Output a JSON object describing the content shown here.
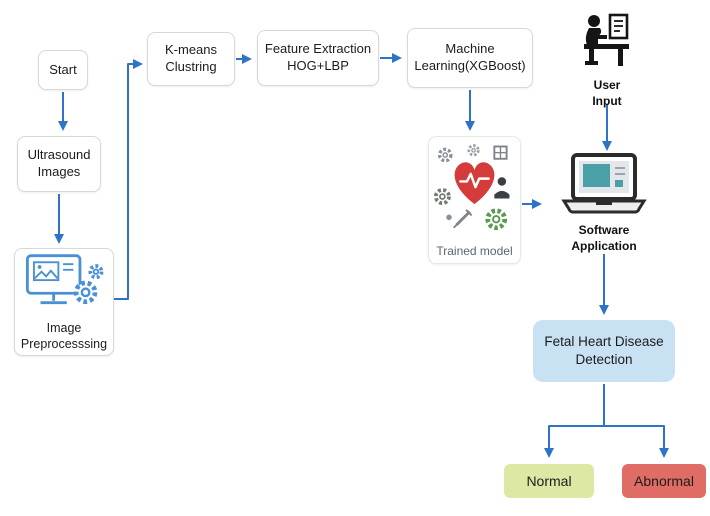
{
  "nodes": {
    "start": {
      "label": "Start"
    },
    "ultrasound": {
      "label": "Ultrasound Images"
    },
    "preprocessing": {
      "label": "Image Preprocesssing",
      "icon": "monitor-gear-icon"
    },
    "kmeans": {
      "label": "K-means Clustring"
    },
    "feature": {
      "label": "Feature Extraction HOG+LBP"
    },
    "ml": {
      "label": "Machine Learning(XGBoost)"
    },
    "trained": {
      "label": "Trained model",
      "icon": "heart-pulse-gears-icon"
    },
    "user_input": {
      "label": "User Input",
      "icon": "person-at-computer-icon"
    },
    "software": {
      "label": "Software Application",
      "icon": "laptop-icon"
    },
    "detection": {
      "label": "Fetal Heart Disease Detection"
    },
    "normal": {
      "label": "Normal"
    },
    "abnormal": {
      "label": "Abnormal"
    }
  },
  "edges": [
    {
      "from": "start",
      "to": "ultrasound"
    },
    {
      "from": "ultrasound",
      "to": "preprocessing"
    },
    {
      "from": "preprocessing",
      "to": "kmeans"
    },
    {
      "from": "kmeans",
      "to": "feature"
    },
    {
      "from": "feature",
      "to": "ml"
    },
    {
      "from": "ml",
      "to": "trained"
    },
    {
      "from": "trained",
      "to": "software"
    },
    {
      "from": "user_input",
      "to": "software"
    },
    {
      "from": "software",
      "to": "detection"
    },
    {
      "from": "detection",
      "to": "normal"
    },
    {
      "from": "detection",
      "to": "abnormal"
    }
  ],
  "colors": {
    "arrow": "#2e73c8",
    "box_border": "#d8d8d8",
    "detection_bg": "#c8e2f4",
    "normal_bg": "#dde8a5",
    "abnormal_bg": "#e06c66",
    "heart_red": "#d43b3b",
    "icon_blue": "#4a90d4"
  }
}
